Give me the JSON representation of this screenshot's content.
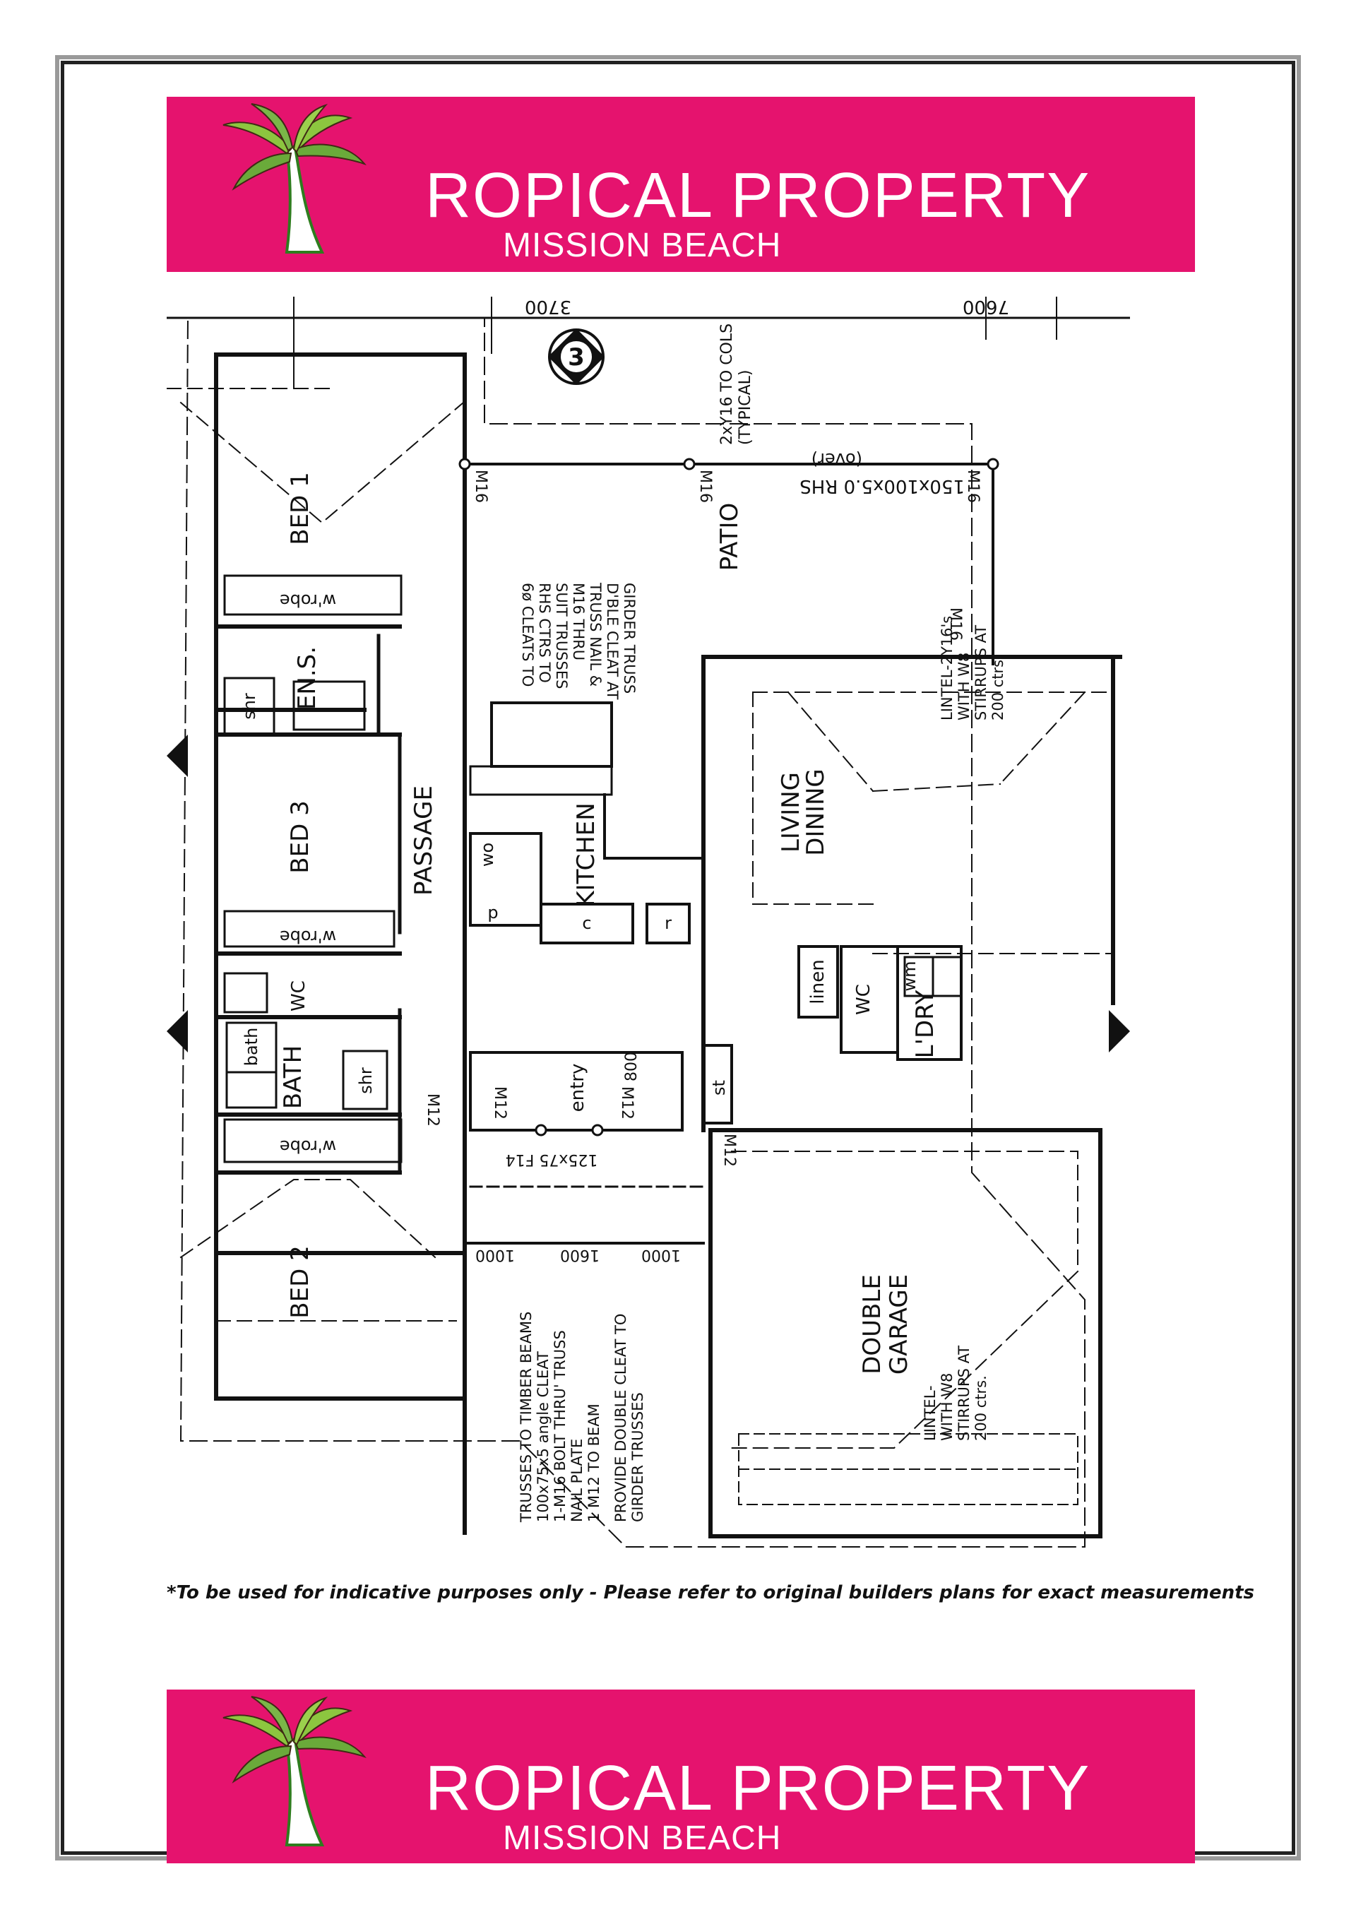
{
  "brand": {
    "name": "ROPICAL PROPERTY",
    "location": "MISSION BEACH",
    "color": "#e5136e"
  },
  "floor_plan": {
    "rooms": {
      "bed1": "BED 1",
      "bed2": "BED 2",
      "bed3": "BED 3",
      "ensuite": "EN.S.",
      "passage": "PASSAGE",
      "kitchen": "KITCHEN",
      "patio": "PATIO",
      "living": "LIVING",
      "dining": "DINING",
      "bath": "BATH",
      "wc": "WC",
      "wc2": "WC",
      "laundry": "L'DRY",
      "linen": "linen",
      "garage_line1": "DOUBLE",
      "garage_line2": "GARAGE",
      "entry": "entry"
    },
    "fixtures": {
      "wrobe": "w'robe",
      "shr": "shr",
      "bath": "bath",
      "wo": "wo",
      "p": "p",
      "c": "c",
      "r": "r",
      "wm": "wm",
      "st": "st"
    },
    "annotations": {
      "top_dim_left": "3700",
      "top_dim_right": "7600",
      "section_marker": "3",
      "col_note_line1": "2xY16 TO COLS",
      "col_note_line2": "(TYPICAL)",
      "rhs_beam": "150x100x5.0 RHS",
      "rhs_over": "(over)",
      "bolt_m16": "M16",
      "bolt_m12": "M12",
      "cleat_lines": [
        "6ø CLEATS TO",
        "RHS CTRS TO",
        "SUIT TRUSSES",
        "M16 THRU",
        "TRUSS NAIL &",
        "D'BLE CLEAT AT",
        "GIRDER TRUSS"
      ],
      "lintel_lines": [
        "LINTEL-2Y16's",
        "WITH W8",
        "STIRRUPS AT",
        "200 ctrs."
      ],
      "timber_beam": "125x75 F14",
      "dim_800": "800",
      "dim_1000": "1000",
      "dim_1600": "1600",
      "trusses_lines": [
        "TRUSSES TO TIMBER BEAMS",
        "100x75x5 angle CLEAT",
        "1-M16 BOLT THRU' TRUSS",
        "NAIL PLATE",
        "1 M12 TO BEAM"
      ],
      "girder_lines": [
        "PROVIDE DOUBLE CLEAT TO",
        "GIRDER TRUSSES"
      ],
      "garage_lintel_lines": [
        "LINTEL-",
        "WITH W8",
        "STIRRUPS AT",
        "200 ctrs."
      ]
    }
  },
  "disclaimer": "*To be used for indicative purposes only - Please refer to original builders plans for exact measurements"
}
